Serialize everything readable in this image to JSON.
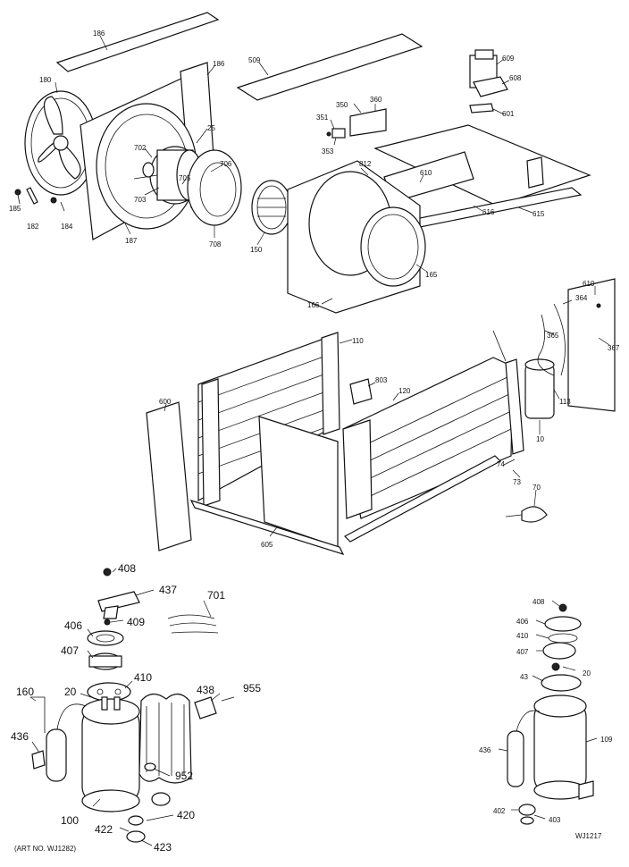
{
  "labels": {
    "l186a": "186",
    "l186b": "186",
    "l180": "180",
    "l25": "25",
    "l702": "702",
    "l705": "705",
    "l703": "703",
    "l706": "706",
    "l708": "708",
    "l185": "185",
    "l182": "182",
    "l184": "184",
    "l187": "187",
    "l509": "509",
    "l350": "350",
    "l351": "351",
    "l353": "353",
    "l360": "360",
    "l609": "609",
    "l608": "608",
    "l601": "601",
    "l812": "812",
    "l610": "610",
    "l616": "616",
    "l615": "615",
    "l150": "150",
    "l165": "165",
    "l166": "166",
    "l110": "110",
    "l803": "803",
    "l120": "120",
    "l600": "600",
    "l605": "605",
    "l364": "364",
    "l610b": "610",
    "l365": "365",
    "l367": "367",
    "l74": "74",
    "l113": "113",
    "l10": "10",
    "l73": "73",
    "l70": "70",
    "l408a": "408",
    "l437": "437",
    "l409": "409",
    "l701": "701",
    "l406a": "406",
    "l407a": "407",
    "l410a": "410",
    "l160": "160",
    "l20a": "20",
    "l438": "438",
    "l955": "955",
    "l436a": "436",
    "l952": "952",
    "l100": "100",
    "l420": "420",
    "l422": "422",
    "l423": "423",
    "art_left": "(ART NO. WJ1282)",
    "l408b": "408",
    "l406b": "406",
    "l410b": "410",
    "l407b": "407",
    "l43": "43",
    "l20b": "20",
    "l436b": "436",
    "l109": "109",
    "l402": "402",
    "l403": "403",
    "art_right": "WJ1217"
  }
}
